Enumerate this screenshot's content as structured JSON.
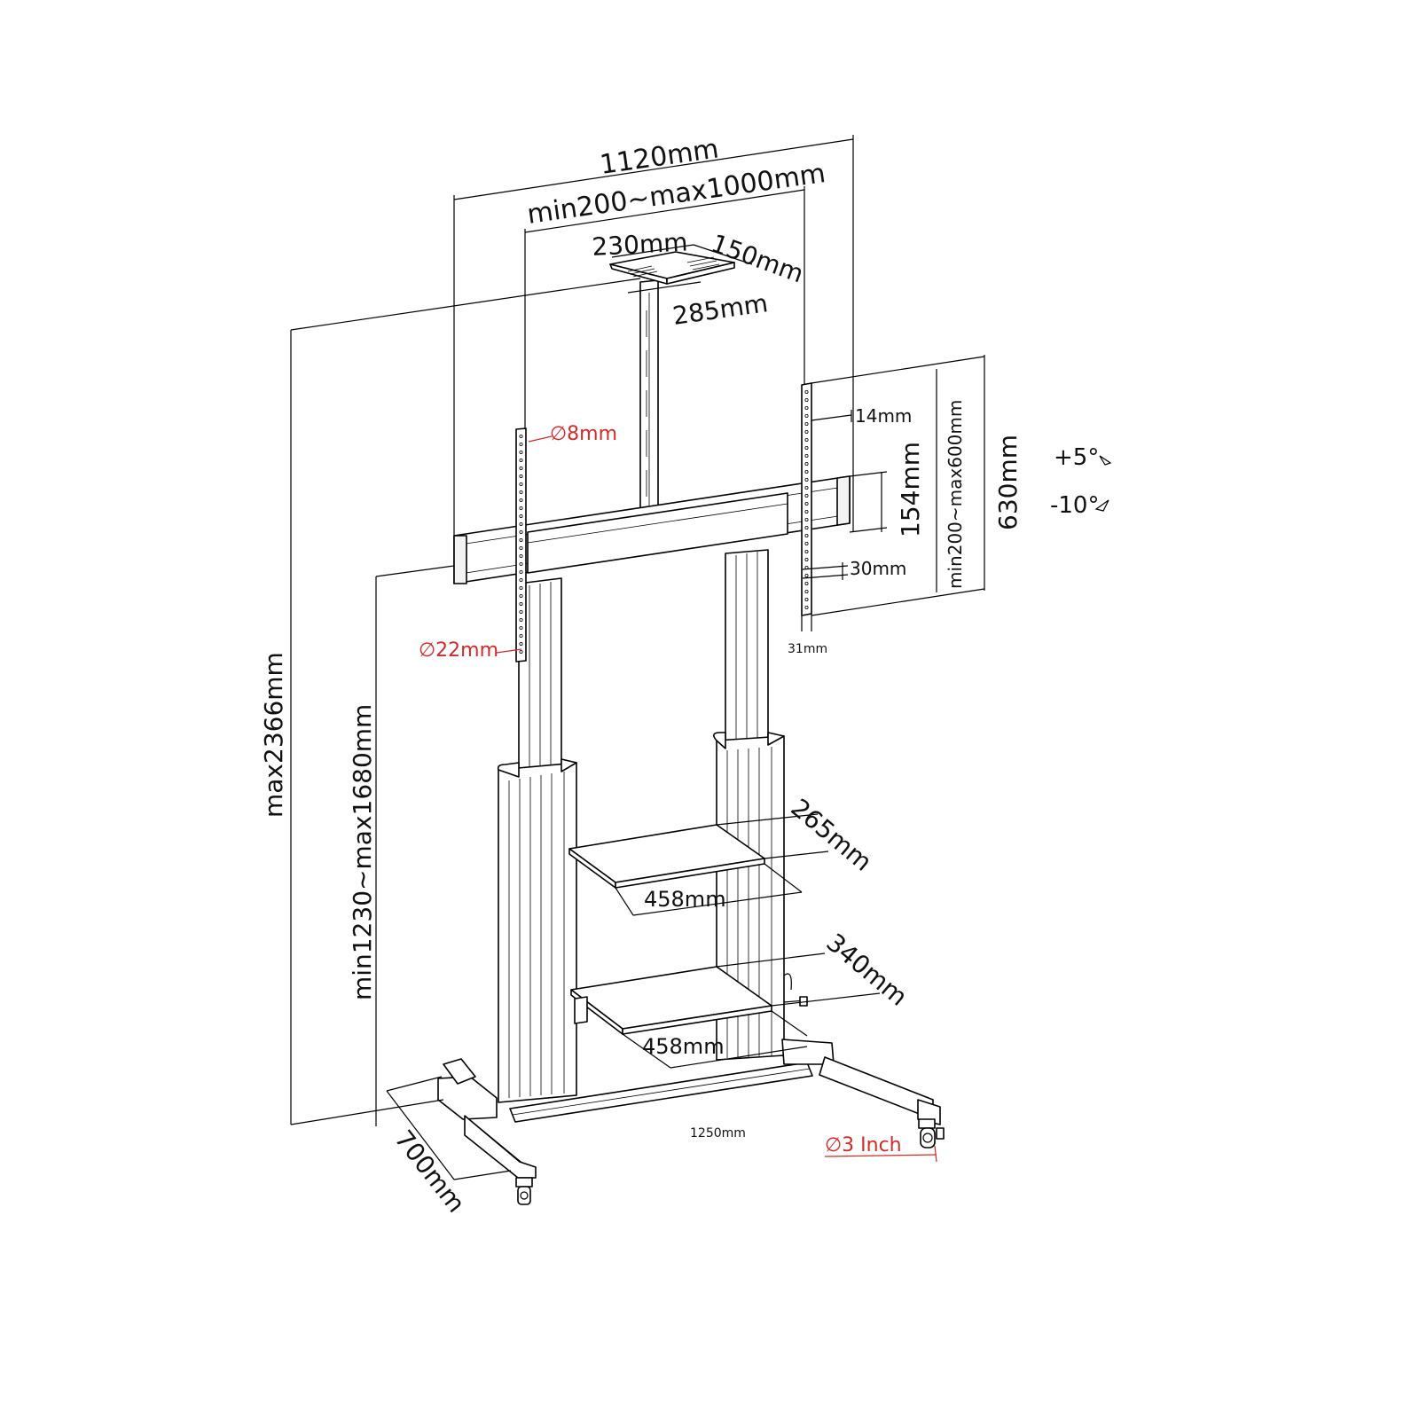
{
  "diagram": {
    "labels": {
      "overall_width": "1120mm",
      "mount_width_range": "min200~max1000mm",
      "tray_width": "230mm",
      "tray_depth": "150mm",
      "tray_length": "285mm",
      "hole_diameter_8": "∅8mm",
      "hole_diameter_22": "∅22mm",
      "gap_14": "14mm",
      "gap_154": "154mm",
      "gap_30": "30mm",
      "bracket_depth_31": "31mm",
      "mount_height_range": "min200~max600mm",
      "bracket_height": "630mm",
      "tilt_up": "+5°",
      "tilt_down": "-10°",
      "max_height": "max2366mm",
      "height_range": "min1230~max1680mm",
      "shelf_upper_depth": "265mm",
      "shelf_upper_width": "458mm",
      "shelf_lower_depth": "340mm",
      "shelf_lower_width": "458mm",
      "base_length": "1250mm",
      "base_depth": "700mm",
      "caster_diameter": "∅3 Inch"
    },
    "colors": {
      "line": "#000000",
      "text": "#111111",
      "highlight": "#d42a2a"
    }
  }
}
